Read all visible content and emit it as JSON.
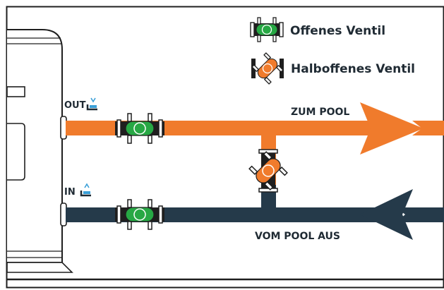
{
  "legend": {
    "open_valve": "Offenes Ventil",
    "half_open_valve": "Halboffenes Ventil"
  },
  "ports": {
    "out": "OUT",
    "in": "IN"
  },
  "flows": {
    "to_pool": "ZUM POOL",
    "from_pool": "VOM POOL AUS"
  },
  "colors": {
    "hot_pipe": "#f07b2c",
    "cold_pipe": "#253a4a",
    "valve_green": "#27a844",
    "accent_blue": "#3aa0d8",
    "outline": "#1f1f1f"
  }
}
